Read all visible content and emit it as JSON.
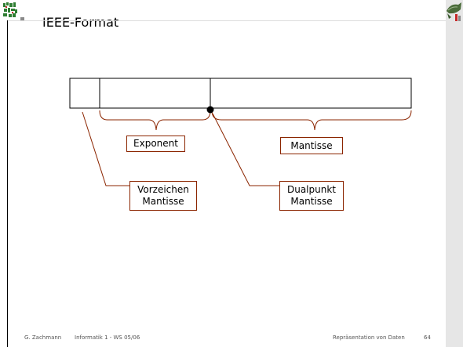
{
  "slide": {
    "title": "IEEE-Format",
    "labels": {
      "exponent": "Exponent",
      "mantissa": "Mantisse",
      "sign_mantissa_line1": "Vorzeichen",
      "sign_mantissa_line2": "Mantisse",
      "binary_point_line1": "Dualpunkt",
      "binary_point_line2": "Mantisse"
    },
    "footer": {
      "author": "G. Zachmann",
      "course": "Informatik 1 - WS 05/06",
      "topic": "Repräsentation von Daten",
      "page": "64"
    }
  },
  "colors": {
    "annotation": "#8b2500",
    "background": "#ffffff",
    "sidebar": "#e6e6e6"
  },
  "icons": [
    "university-seal-icon",
    "fish-logo-icon"
  ]
}
